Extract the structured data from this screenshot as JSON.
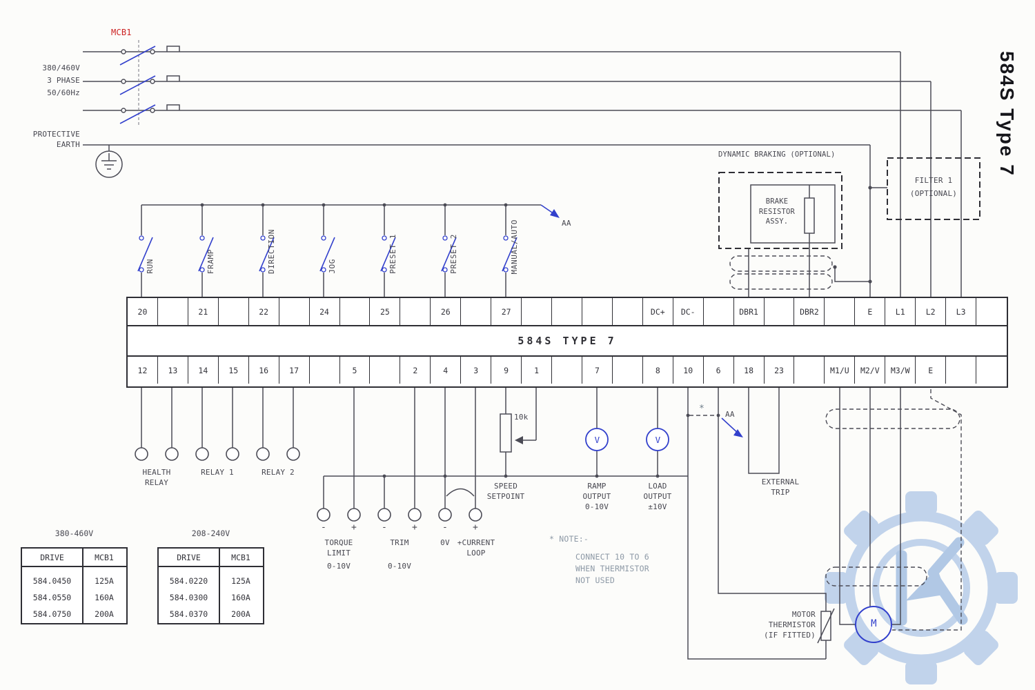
{
  "colors": {
    "wire": "#4b4b55",
    "accent_blue": "#3240cc",
    "mcb_red": "#cc2222",
    "watermark_blue": "#bcd0ea",
    "note_gray": "#8d99a6"
  },
  "supply": {
    "mcb_label": "MCB1",
    "rating": "380/460V\n3 PHASE\n50/60Hz",
    "earth": "PROTECTIVE\nEARTH"
  },
  "side_title": "584S Type 7",
  "aa_label": "AA",
  "asterisk": "*",
  "switches": [
    "RUN",
    "FRAMP",
    "DIRECTION",
    "JOG",
    "PRESET 1",
    "PRESET 2",
    "MANUAL/AUTO"
  ],
  "terminal_strip": {
    "title": "584S TYPE 7",
    "top": [
      "20",
      "",
      "21",
      "",
      "22",
      "",
      "24",
      "",
      "25",
      "",
      "26",
      "",
      "27",
      "",
      "",
      "",
      "",
      "DC+",
      "DC-",
      "",
      "DBR1",
      "",
      "DBR2",
      "",
      "E",
      "L1",
      "L2",
      "L3",
      ""
    ],
    "bottom": [
      "12",
      "13",
      "14",
      "15",
      "16",
      "17",
      "",
      "5",
      "",
      "2",
      "4",
      "3",
      "9",
      "1",
      "",
      "7",
      "",
      "8",
      "10",
      "6",
      "18",
      "23",
      "",
      "M1/U",
      "M2/V",
      "M3/W",
      "E",
      "",
      ""
    ]
  },
  "dynamic_braking": {
    "label": "DYNAMIC BRAKING (OPTIONAL)",
    "resistor": "BRAKE\nRESISTOR\nASSY."
  },
  "filter": {
    "label": "FILTER 1\n(OPTIONAL)"
  },
  "relays": {
    "health": "HEALTH\nRELAY",
    "relay1": "RELAY 1",
    "relay2": "RELAY 2"
  },
  "analog": {
    "signs": [
      "-",
      "+",
      "-",
      "+",
      "-",
      "+"
    ],
    "torque": "TORQUE\nLIMIT",
    "torque_range": "0-10V",
    "trim": "TRIM",
    "trim_range": "0-10V",
    "zero_volt": "0V",
    "current_loop": "+CURRENT\nLOOP",
    "pot_value": "10k",
    "speed": "SPEED\nSETPOINT",
    "ramp": "RAMP\nOUTPUT\n0-10V",
    "load": "LOAD\nOUTPUT\n±10V",
    "meter": "V"
  },
  "right_section": {
    "external_trip": "EXTERNAL\nTRIP",
    "note_head": "* NOTE:-",
    "note_body": "CONNECT 10 TO 6\nWHEN THERMISTOR\nNOT USED",
    "thermistor": "MOTOR\nTHERMISTOR\n(IF FITTED)",
    "motor": "M"
  },
  "tables": [
    {
      "title": "380-460V",
      "headers": [
        "DRIVE",
        "MCB1"
      ],
      "rows": [
        [
          "584.0450",
          "125A"
        ],
        [
          "584.0550",
          "160A"
        ],
        [
          "584.0750",
          "200A"
        ]
      ]
    },
    {
      "title": "208-240V",
      "headers": [
        "DRIVE",
        "MCB1"
      ],
      "rows": [
        [
          "584.0220",
          "125A"
        ],
        [
          "584.0300",
          "160A"
        ],
        [
          "584.0370",
          "200A"
        ]
      ]
    }
  ]
}
